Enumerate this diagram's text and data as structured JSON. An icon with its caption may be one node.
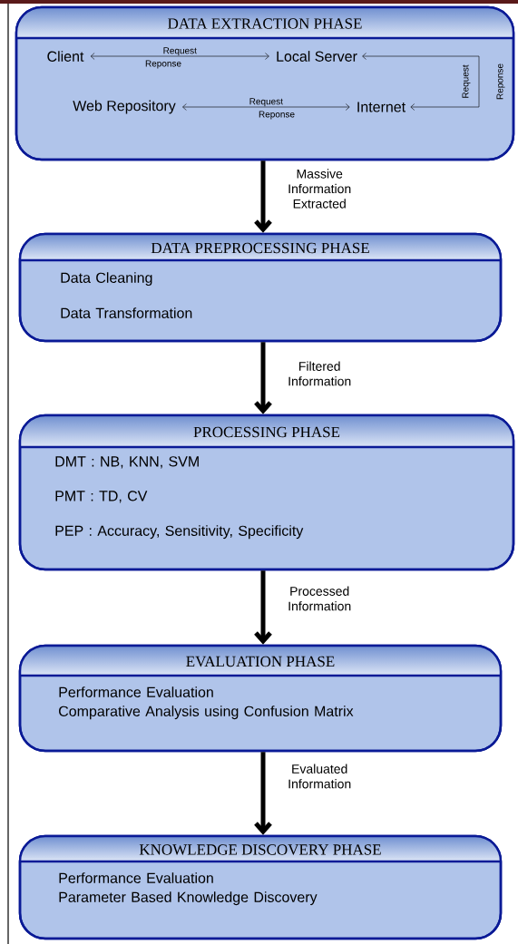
{
  "diagram": {
    "nodes": [
      {
        "text": [
          "DATA EXTRACTION PHASE"
        ]
      },
      {
        "text": [
          "Client"
        ],
        "in": 0
      },
      {
        "text": [
          "Local Server"
        ],
        "in": 0
      },
      {
        "text": [
          "Web Repository"
        ],
        "in": 0
      },
      {
        "text": [
          "Internet"
        ],
        "in": 0
      },
      {
        "text": [
          "DATA PREPROCESSING PHASE",
          "Data Cleaning",
          "Data Transformation"
        ]
      },
      {
        "text": [
          "PROCESSING PHASE",
          "DMT : NB, KNN, SVM",
          "PMT : TD, CV",
          "PEP :  Accuracy, Sensitivity, Specificity"
        ]
      },
      {
        "text": [
          "EVALUATION PHASE",
          "Performance Evaluation",
          "Comparative Analysis using Confusion Matrix"
        ]
      },
      {
        "text": [
          "KNOWLEDGE DISCOVERY PHASE",
          "Performance Evaluation",
          "Parameter Based Knowledge Discovery"
        ]
      }
    ],
    "edges": [
      {
        "from": 1,
        "to": 2,
        "arrow": "both",
        "label": "Request"
      },
      {
        "from": 2,
        "to": 4,
        "arrow": "both",
        "label": "Request"
      },
      {
        "from": 3,
        "to": 4,
        "arrow": "both",
        "label": "Request"
      },
      {
        "from": 0,
        "to": 5,
        "arrow": "to",
        "label": "Massive Information Extracted"
      },
      {
        "from": 5,
        "to": 6,
        "arrow": "to",
        "label": "Filtered Information"
      },
      {
        "from": 6,
        "to": 7,
        "arrow": "to",
        "label": "Processed Information"
      },
      {
        "from": 7,
        "to": 8,
        "arrow": "to",
        "label": "Evaluated Information"
      }
    ],
    "labels": [
      "Reponse",
      "Reponse",
      "Reponse"
    ]
  }
}
